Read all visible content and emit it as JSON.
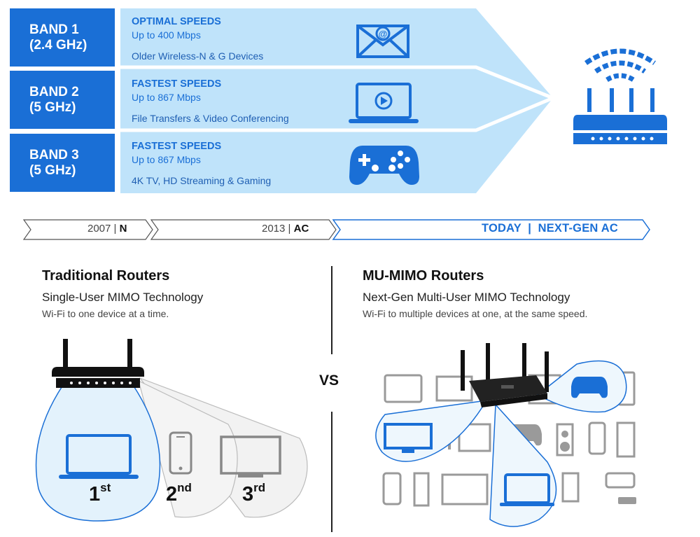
{
  "bands": [
    {
      "name_line1": "BAND 1",
      "name_line2": "(2.4 GHz)",
      "headline": "OPTIMAL SPEEDS",
      "speed": "Up to 400 Mbps",
      "use": "Older Wireless-N & G Devices",
      "icon": "envelope-icon"
    },
    {
      "name_line1": "BAND 2",
      "name_line2": "(5 GHz)",
      "headline": "FASTEST SPEEDS",
      "speed": "Up to 867 Mbps",
      "use": "File Transfers & Video Conferencing",
      "icon": "laptop-play-icon"
    },
    {
      "name_line1": "BAND 3",
      "name_line2": "(5 GHz)",
      "headline": "FASTEST SPEEDS",
      "speed": "Up to 867 Mbps",
      "use": "4K TV, HD Streaming & Gaming",
      "icon": "gamepad-icon"
    }
  ],
  "timeline": {
    "item1_year": "2007",
    "item1_sep": "|",
    "item1_std": "N",
    "item2_year": "2013",
    "item2_sep": "|",
    "item2_std": "AC",
    "item3": "TODAY  |  NEXT-GEN AC"
  },
  "left": {
    "title": "Traditional Routers",
    "subtitle": "Single-User MIMO Technology",
    "desc": "Wi-Fi to one device at a time.",
    "order": [
      {
        "num": "1",
        "suffix": "st"
      },
      {
        "num": "2",
        "suffix": "nd"
      },
      {
        "num": "3",
        "suffix": "rd"
      }
    ]
  },
  "vs_label": "VS",
  "right": {
    "title": "MU-MIMO Routers",
    "subtitle": "Next-Gen Multi-User MIMO Technology",
    "desc": "Wi-Fi to multiple devices at one, at the same speed."
  },
  "colors": {
    "brand_blue": "#1a6fd6",
    "light_blue": "#bfe3fa",
    "gray_device": "#9a9a9a"
  }
}
